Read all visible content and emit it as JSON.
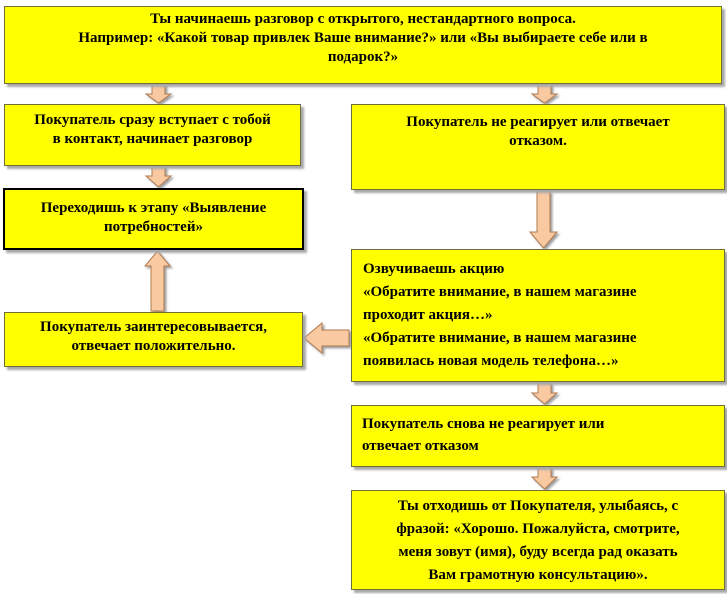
{
  "colors": {
    "box_fill": "#ffff00",
    "arrow_fill": "#f9c9a2",
    "arrow_stroke": "#b07a50"
  },
  "nodes": {
    "start": {
      "lines": [
        "Ты начинаешь разговор с открытого, нестандартного вопроса.",
        "Например: «Какой товар привлек Ваше внимание?» или «Вы выбираете себе или в",
        "подарок?»"
      ]
    },
    "engages": {
      "lines": [
        "Покупатель сразу вступает с тобой",
        "в контакт, начинает разговор"
      ]
    },
    "no_reaction": {
      "lines": [
        "Покупатель не реагирует или отвечает",
        "отказом."
      ]
    },
    "needs_stage": {
      "lines": [
        "Переходишь к этапу «Выявление",
        "потребностей»"
      ]
    },
    "promo": {
      "lines": [
        "Озвучиваешь акцию",
        "«Обратите внимание, в нашем магазине",
        "проходит акция…»",
        "«Обратите внимание, в нашем магазине",
        "появилась новая модель телефона…»"
      ]
    },
    "interested": {
      "lines": [
        "Покупатель заинтересовывается,",
        "отвечает положительно."
      ]
    },
    "refuses_again": {
      "lines": [
        "Покупатель снова не реагирует или",
        "отвечает отказом"
      ]
    },
    "walk_away": {
      "lines": [
        "Ты отходишь от Покупателя, улыбаясь, с",
        "фразой: «Хорошо. Пожалуйста, смотрите,",
        "меня зовут (имя), буду всегда рад оказать",
        "Вам грамотную консультацию»."
      ]
    }
  }
}
